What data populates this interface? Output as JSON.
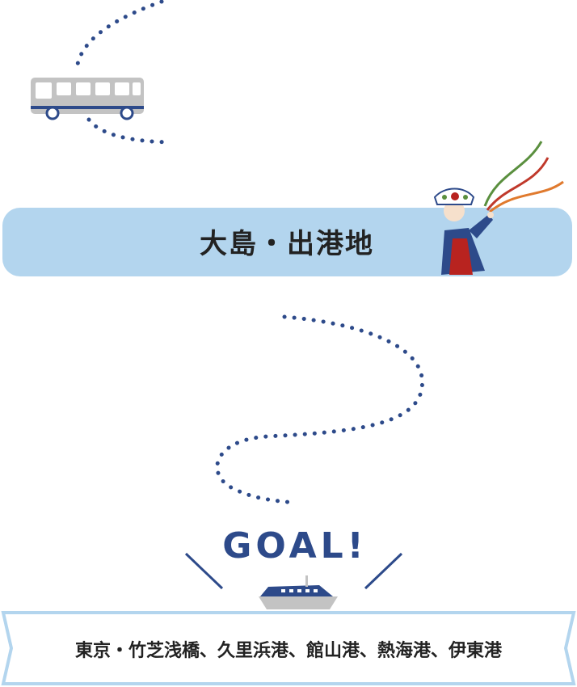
{
  "departure": {
    "label": "大島・出港地"
  },
  "goal": {
    "text": "GOAL!"
  },
  "destination": {
    "label": "東京・竹芝浅橋、久里浜港、館山港、熱海港、伊東港"
  },
  "colors": {
    "route_dots": "#2d4a8a",
    "banner_fill": "#b3d5ee",
    "goal_text": "#2d4a8a",
    "bus_body": "#c3c3c3",
    "bus_stripe": "#2d4a8a"
  },
  "icons": [
    "bus-icon",
    "mascot-icon",
    "ship-icon"
  ]
}
